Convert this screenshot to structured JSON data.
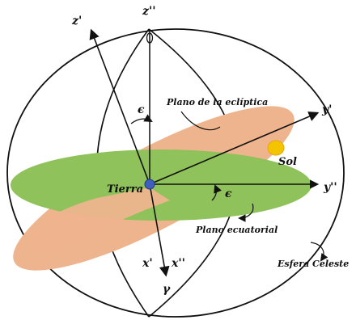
{
  "labels": {
    "z_prime": "z'",
    "z_double_prime": "z''",
    "y_prime": "y'",
    "y_double_prime": "y''",
    "x_prime": "x'",
    "x_double_prime": "x''",
    "gamma": "γ",
    "tierra": "Tierra",
    "sol": "Sol",
    "plano_ecliptica": "Plano de la eclíptica",
    "plano_ecuatorial": "Plano ecuatorial",
    "esfera_celeste": "Esfera Celeste",
    "epsilon_top": "ϵ",
    "epsilon_bottom": "ϵ"
  },
  "colors": {
    "ecliptic_plane": "#eeb48e",
    "equatorial_plane": "#8fc25a",
    "sun": "#f5c400",
    "earth": "#3f5fc0",
    "lines": "#111111"
  }
}
